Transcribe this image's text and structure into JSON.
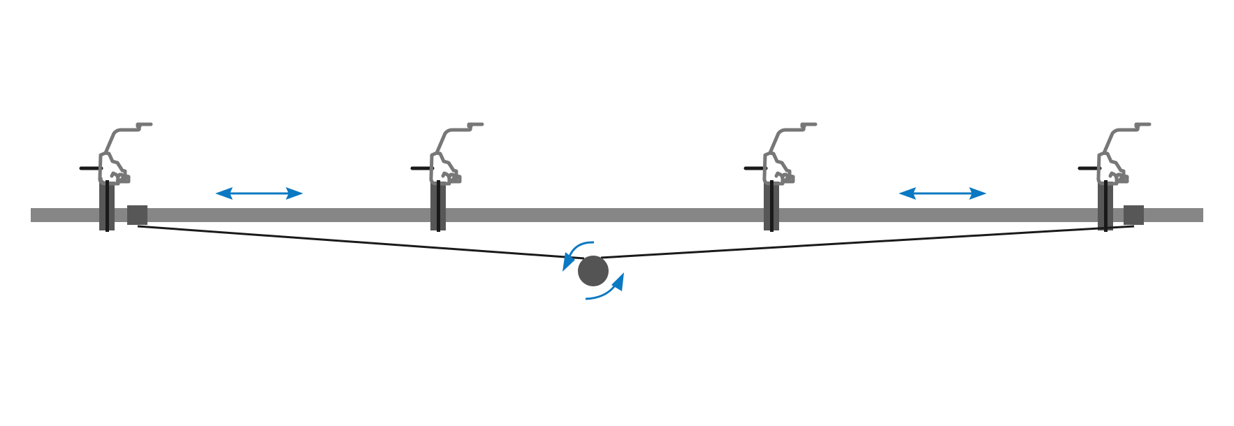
{
  "diagram": {
    "colors": {
      "rail": "#868686",
      "clamp": "#777777",
      "clamp_body": "#575757",
      "post": "#1a1a1a",
      "end_block": "#575757",
      "cable": "#1a1a1a",
      "pulley": "#545454",
      "motion_arrow": "#0a78c2",
      "background": "#ffffff"
    },
    "icons": {
      "clamp": "spring-clamp-icon",
      "pulley": "pulley-icon",
      "linear_motion": "double-headed-arrow-icon",
      "rotation": "rotation-arrows-icon"
    },
    "clamp_count": 4,
    "end_block_count": 2,
    "motion_arrow_count": 2
  }
}
